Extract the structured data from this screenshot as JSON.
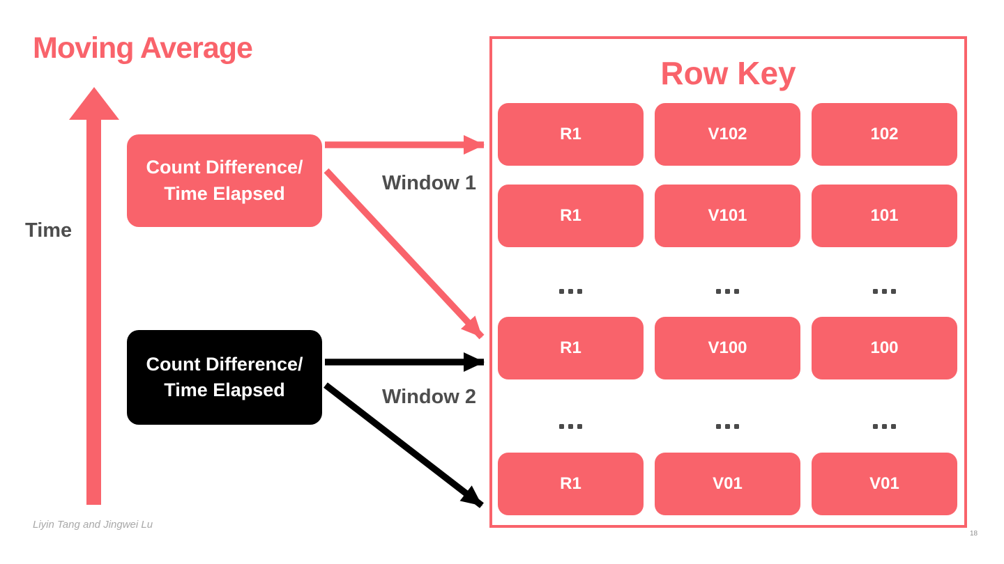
{
  "slide": {
    "title": "Moving Average",
    "footer_credit": "Liyin Tang and Jingwei Lu",
    "page_number": "18"
  },
  "time_axis": {
    "label": "Time"
  },
  "windows": [
    {
      "name": "Window 1",
      "style": "coral",
      "box": {
        "line1": "Count Difference/",
        "line2": "Time Elapsed"
      }
    },
    {
      "name": "Window 2",
      "style": "black",
      "box": {
        "line1": "Count Difference/",
        "line2": "Time Elapsed"
      }
    }
  ],
  "row_key_panel": {
    "title": "Row Key",
    "rows": [
      {
        "type": "data",
        "cells": [
          "R1",
          "V102",
          "102"
        ]
      },
      {
        "type": "data",
        "cells": [
          "R1",
          "V101",
          "101"
        ]
      },
      {
        "type": "ellipsis",
        "cells": [
          "...",
          "...",
          "..."
        ]
      },
      {
        "type": "data",
        "cells": [
          "R1",
          "V100",
          "100"
        ]
      },
      {
        "type": "ellipsis",
        "cells": [
          "...",
          "...",
          "..."
        ]
      },
      {
        "type": "data",
        "cells": [
          "R1",
          "V01",
          "V01"
        ]
      }
    ]
  },
  "colors": {
    "coral": "#F9636B",
    "black": "#000000",
    "label_gray": "#4D4D4D",
    "cell_text": "#FFFFFF",
    "footer_gray": "#A8A8A8",
    "page_number_gray": "#8E8E8E"
  }
}
